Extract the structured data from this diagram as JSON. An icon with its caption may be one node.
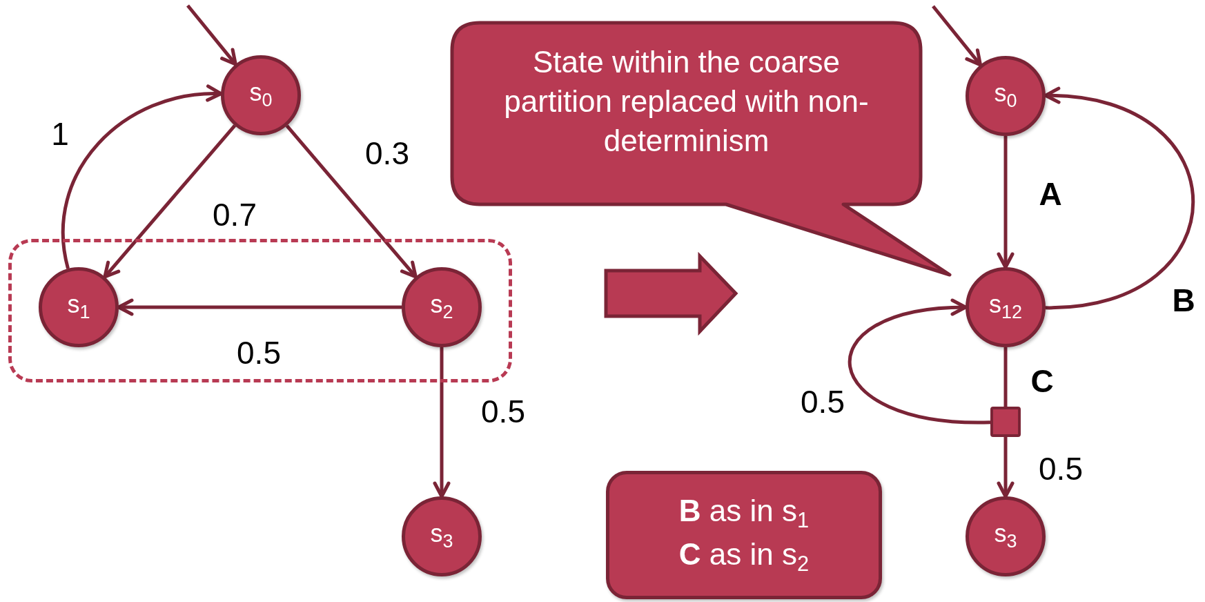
{
  "diagram": {
    "nodes": [
      {
        "text": [
          "s$_{0}$"
        ]
      },
      {
        "text": [],
        "shape": "box"
      },
      {
        "text": [
          "s$_{1}$"
        ],
        "in": 1
      },
      {
        "text": [
          "s$_{2}$"
        ],
        "in": 1
      },
      {
        "text": [
          "s$_{3}$"
        ]
      },
      {
        "text": [
          "State within the coarse partition replaced with non-determinism"
        ]
      },
      {
        "text": [
          "s$_{0}$"
        ]
      },
      {
        "text": [
          "s$_{12}$"
        ]
      },
      {
        "text": [],
        "shape": "box"
      },
      {
        "text": [
          "s$_{3}$"
        ]
      },
      {
        "text": [
          "**B** as in s$_{1}$",
          "**C** as in s$_{2}$"
        ]
      }
    ],
    "edges": [
      {
        "from": null,
        "to": 0,
        "arrow": "to"
      },
      {
        "from": 2,
        "to": 0,
        "arrow": "to",
        "label": "1"
      },
      {
        "from": 0,
        "to": 2,
        "arrow": "to",
        "label": "0.7"
      },
      {
        "from": 0,
        "to": 3,
        "arrow": "to",
        "label": "0.3"
      },
      {
        "from": 3,
        "to": 2,
        "arrow": "to",
        "label": "0.5"
      },
      {
        "from": 3,
        "to": 4,
        "arrow": "to",
        "label": "0.5"
      },
      {
        "from": null,
        "to": 6,
        "arrow": "to"
      },
      {
        "from": 6,
        "to": 7,
        "arrow": "to",
        "label": "A"
      },
      {
        "from": 7,
        "to": 6,
        "arrow": "to",
        "label": "B"
      },
      {
        "from": 7,
        "to": 8,
        "arrow": "none",
        "label": "C"
      },
      {
        "from": 8,
        "to": 7,
        "arrow": "to",
        "label": "0.5"
      },
      {
        "from": 8,
        "to": 9,
        "arrow": "to",
        "label": "0.5"
      }
    ]
  }
}
